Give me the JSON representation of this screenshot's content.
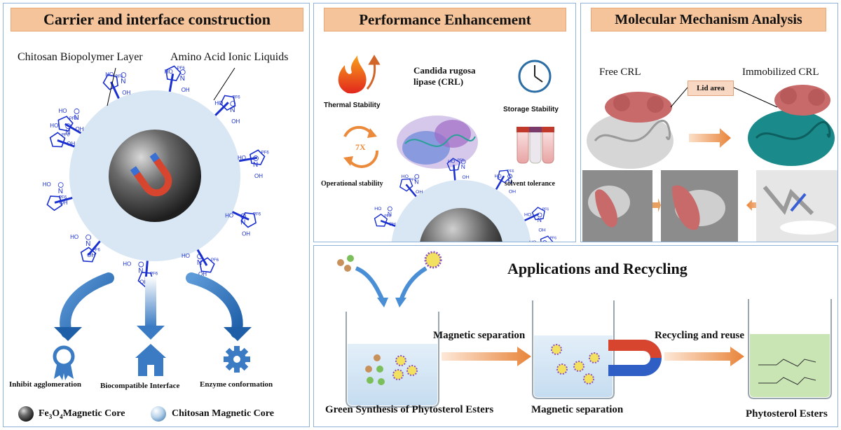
{
  "panel1": {
    "title": "Carrier  and interface construction",
    "label_chitosan_layer": "Chitosan Biopolymer Layer",
    "label_ionic_liquids": "Amino Acid Ionic Liquids",
    "outcomes": [
      "Inhibit  agglomeration",
      "Biocompatible Interface",
      "Enzyme conformation"
    ],
    "legend": [
      {
        "text_pre": "Fe",
        "sub1": "3",
        "mid": "O",
        "sub2": "4",
        "text_post": "Magnetic Core"
      },
      {
        "text": "Chitosan Magnetic Core"
      }
    ]
  },
  "panel2": {
    "title": "Performance Enhancement",
    "enzyme_label_line1": "Candida rugosa",
    "enzyme_label_line2": "lipase (CRL)",
    "thermal": "Thermal Stability",
    "storage": "Storage Stability",
    "operational": "Operational stability",
    "solvent": "solvent tolerance",
    "cycle_label": "7X"
  },
  "panel3": {
    "title": "Molecular Mechanism Analysis",
    "free_crl": "Free CRL",
    "immobilized_crl": "Immobilized CRL",
    "lid_area": "Lid area"
  },
  "panel4": {
    "title": "Applications and Recycling",
    "step1_caption": "Green Synthesis of Phytosterol Esters",
    "arrow1_label": "Magnetic separation",
    "step2_caption": "Magnetic separation",
    "arrow2_label": "Recycling and reuse",
    "step3_caption": "Phytosterol Esters"
  },
  "il_labels": {
    "ho": "HO",
    "oh": "OH",
    "n": "N",
    "pf6": "PF6",
    "plus": "+"
  },
  "colors": {
    "header_bg": "#f6c49b",
    "panel_border": "#8fb3d9",
    "il_blue": "#1a2fd0",
    "arrow_blue": "#2f6db5",
    "orange_arrow": "#e8843a",
    "protein_pink": "#c86a6a",
    "protein_teal": "#1b8a8a",
    "liquid_green": "#c9e5b4"
  }
}
